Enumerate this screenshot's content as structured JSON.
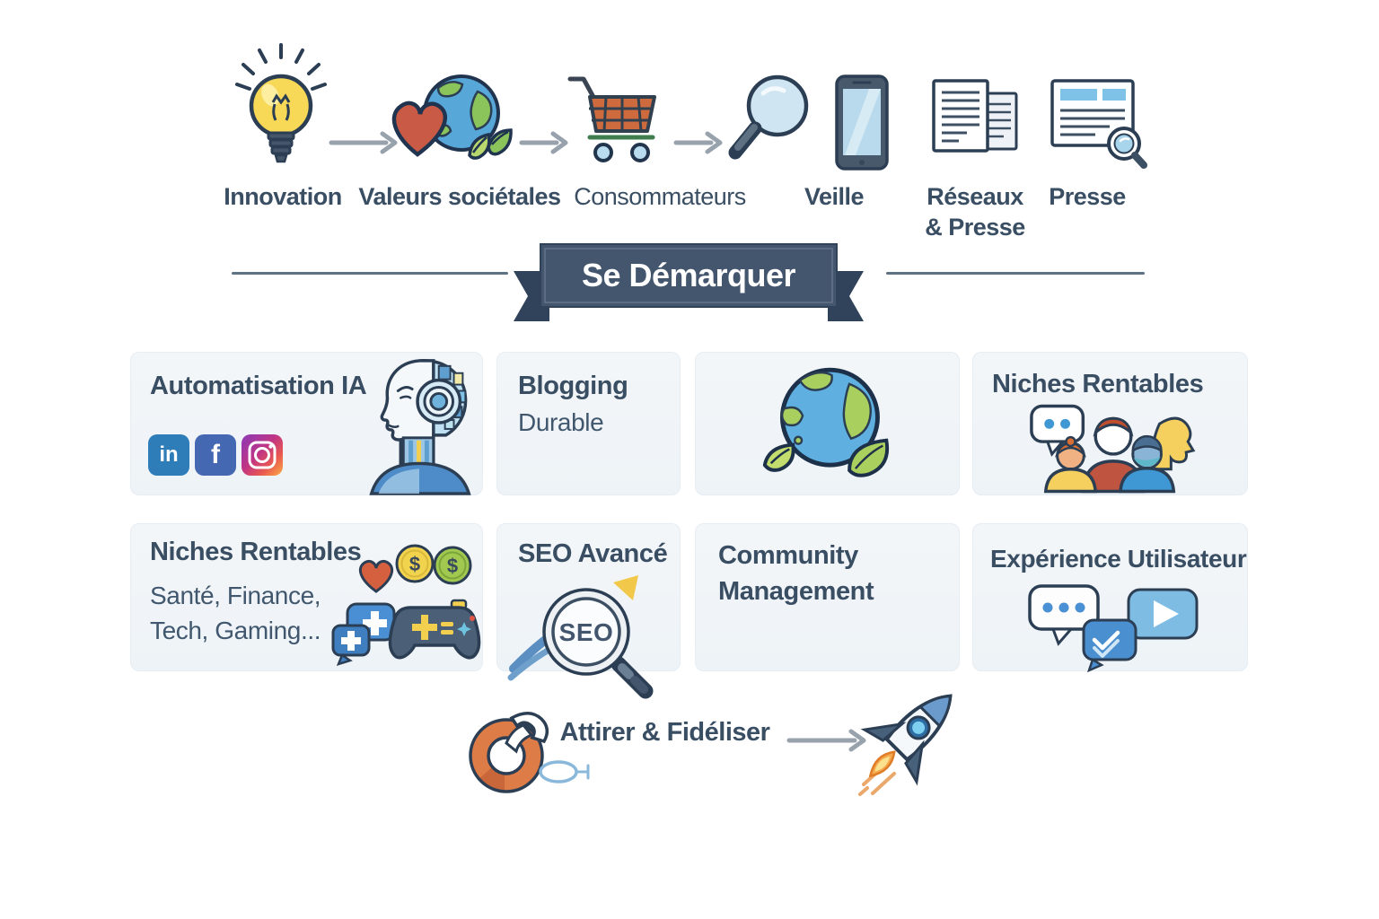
{
  "colors": {
    "ink": "#3a4e63",
    "outline": "#2c3e53",
    "ribbon": "#44566e",
    "ribbon_fold": "#31435a",
    "arrow": "#98a2ac",
    "card_bg": "#f1f5f8",
    "accent_yellow": "#f2cf4e",
    "accent_orange": "#de7c47",
    "accent_red": "#c85a46",
    "accent_green": "#9bc84e",
    "accent_blue": "#4a8fd0",
    "linkedin_blue": "#2e7cb8",
    "facebook_blue": "#4568b2"
  },
  "flow": {
    "items": [
      {
        "label": "Innovation",
        "icon": "lightbulb-icon"
      },
      {
        "label": "Valeurs sociétales",
        "icon": "heart-globe-icon"
      },
      {
        "label": "Consommateurs",
        "icon": "shopping-cart-icon"
      },
      {
        "label": "Veille",
        "icon": "magnifier-phone-icon"
      },
      {
        "label_line1": "Réseaux",
        "label_line2": "& Presse",
        "icon": "documents-icon"
      },
      {
        "label": "Presse",
        "icon": "newspaper-magnifier-icon"
      }
    ]
  },
  "banner": {
    "title": "Se Démarquer"
  },
  "cards": {
    "automation": {
      "title": "Automatisation IA",
      "social_icons": [
        "linkedin",
        "facebook",
        "instagram"
      ],
      "linkedin_glyph": "in",
      "facebook_glyph": "f"
    },
    "blogging": {
      "title": "Blogging",
      "subtitle": "Durable"
    },
    "eco_globe": {
      "icon": "eco-globe-icon"
    },
    "niches_audience": {
      "title": "Niches Rentables",
      "icon": "community-people-icon"
    },
    "niches_list": {
      "title": "Niches Rentables",
      "subtitle_line1": "Santé, Finance,",
      "subtitle_line2": "Tech, Gaming...",
      "coin_symbol": "$"
    },
    "seo": {
      "title": "SEO Avancé",
      "lens_label": "SEO"
    },
    "community": {
      "title_line1": "Community",
      "title_line2": "Management"
    },
    "ux": {
      "title": "Expérience Utilisateur",
      "icon": "chat-bubbles-icon"
    }
  },
  "footer": {
    "label": "Attirer & Fidéliser",
    "left_icon": "lifebuoy-magnet-icon",
    "right_icon": "rocket-icon"
  }
}
